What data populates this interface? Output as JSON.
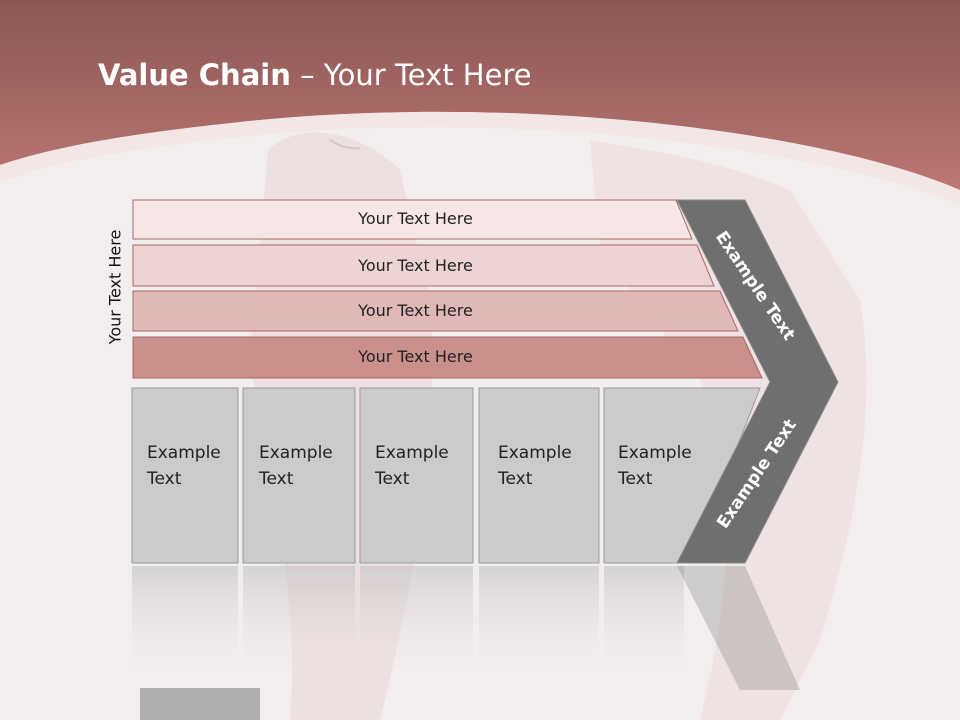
{
  "title": {
    "bold": "Value Chain",
    "rest": " – Your Text Here"
  },
  "side_label": "Your Text Here",
  "bars": [
    {
      "label": "Your Text Here"
    },
    {
      "label": "Your Text Here"
    },
    {
      "label": "Your Text Here"
    },
    {
      "label": "Your Text Here"
    }
  ],
  "boxes": [
    {
      "line1": "Example",
      "line2": "Text"
    },
    {
      "line1": "Example",
      "line2": "Text"
    },
    {
      "line1": "Example",
      "line2": "Text"
    },
    {
      "line1": "Example",
      "line2": "Text"
    },
    {
      "line1": "Example",
      "line2": "Text"
    }
  ],
  "chevron": {
    "top_label": "Example Text",
    "bottom_label": "Example Text"
  },
  "colors": {
    "header": "#b46e6a",
    "bar1": "#f6e6e6",
    "bar2": "#edd3d2",
    "bar3": "#e0b8b6",
    "bar4": "#ca908c",
    "box": "#cbcbcb",
    "chevron": "#6f6f6f"
  }
}
